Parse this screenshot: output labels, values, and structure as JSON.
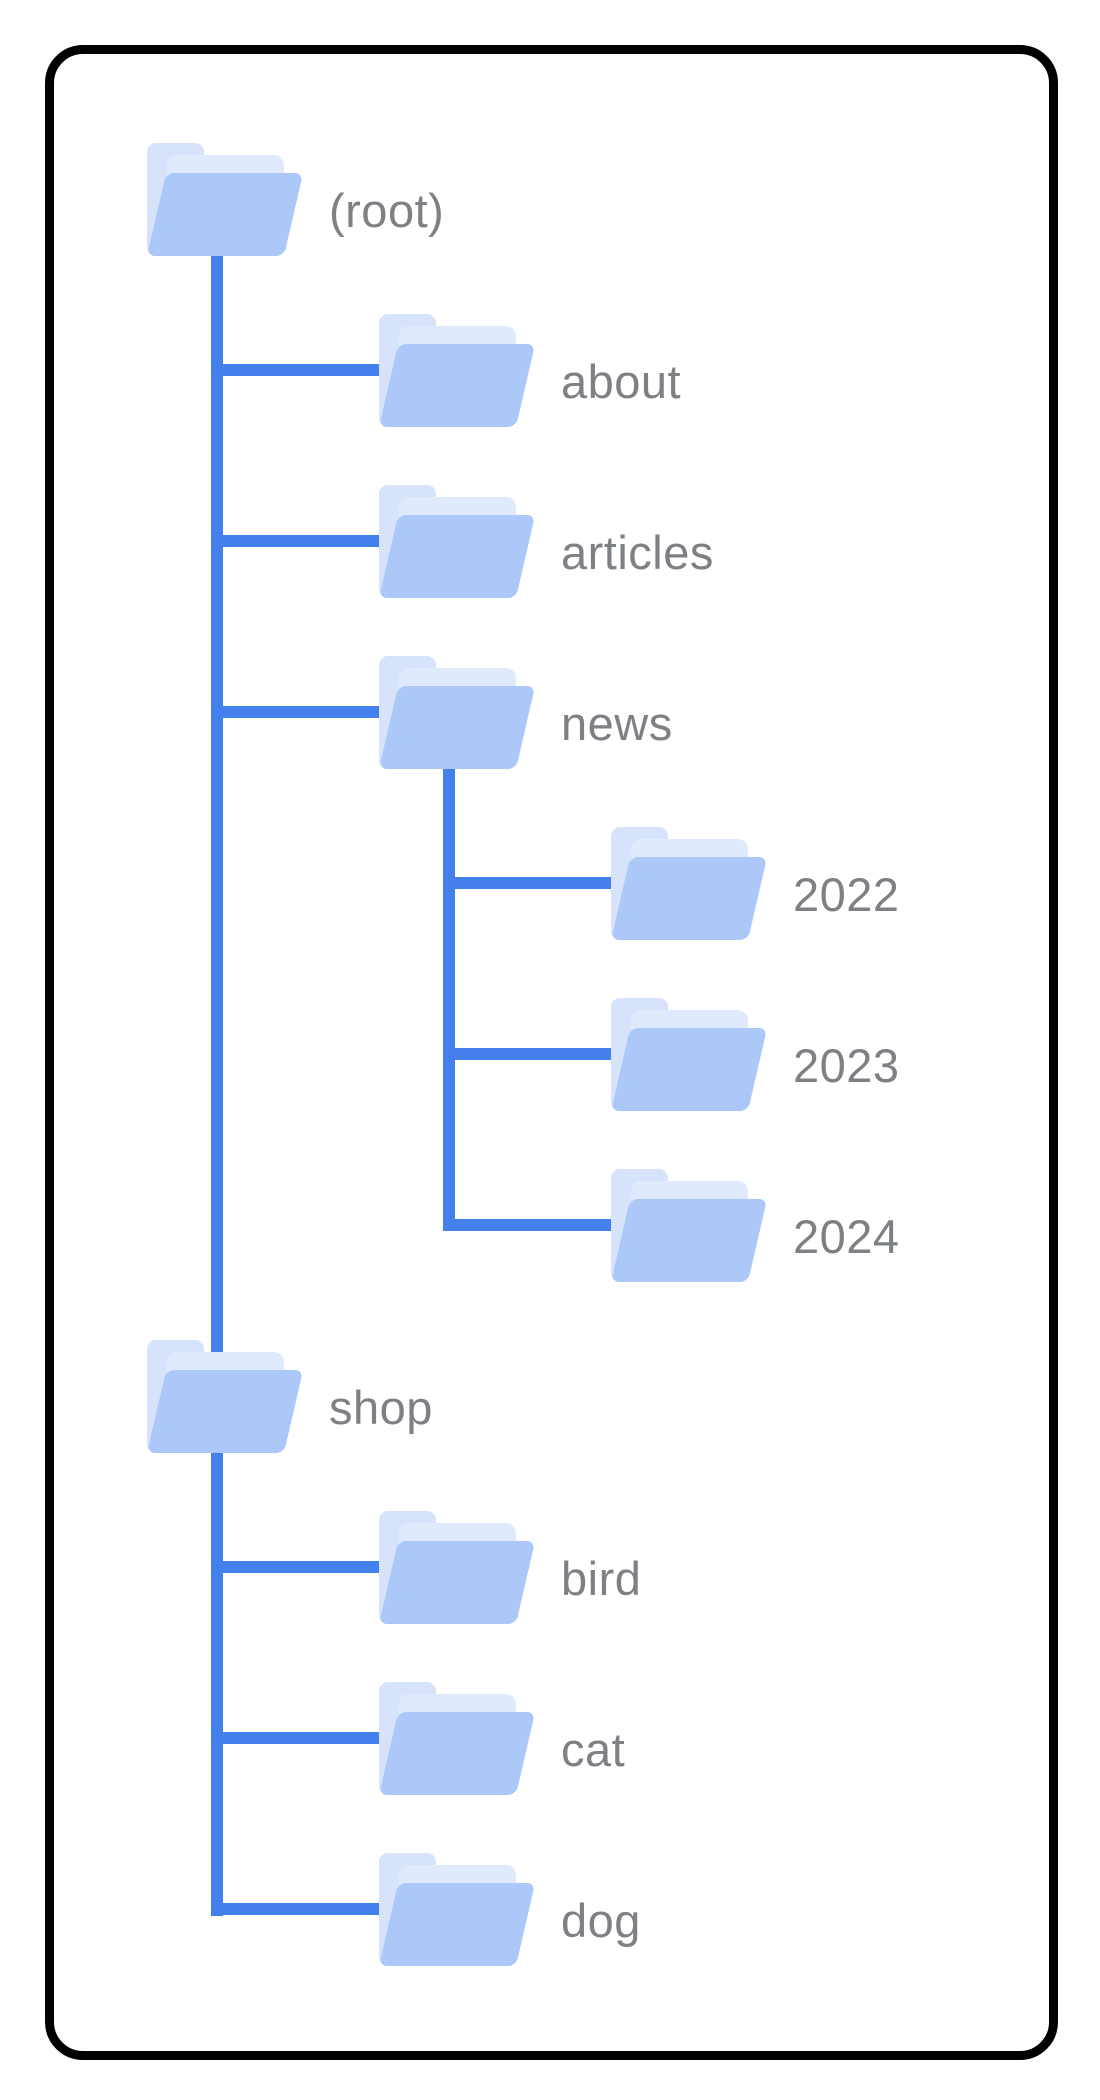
{
  "diagram": {
    "title_none": "",
    "type": "site-structure-tree",
    "nodes": [
      {
        "id": "root",
        "label": "(root)",
        "level": 1,
        "parent": null
      },
      {
        "id": "about",
        "label": "about",
        "level": 2,
        "parent": "root"
      },
      {
        "id": "articles",
        "label": "articles",
        "level": 2,
        "parent": "root"
      },
      {
        "id": "news",
        "label": "news",
        "level": 2,
        "parent": "root"
      },
      {
        "id": "y2022",
        "label": "2022",
        "level": 3,
        "parent": "news"
      },
      {
        "id": "y2023",
        "label": "2023",
        "level": 3,
        "parent": "news"
      },
      {
        "id": "y2024",
        "label": "2024",
        "level": 3,
        "parent": "news"
      },
      {
        "id": "shop",
        "label": "shop",
        "level": 1,
        "parent": "root"
      },
      {
        "id": "bird",
        "label": "bird",
        "level": 2,
        "parent": "shop"
      },
      {
        "id": "cat",
        "label": "cat",
        "level": 2,
        "parent": "shop"
      },
      {
        "id": "dog",
        "label": "dog",
        "level": 2,
        "parent": "shop"
      }
    ],
    "colors": {
      "connector_blue": "#4480EC",
      "folder_front": "#ABC8F8",
      "folder_back": "#D6E3FB",
      "folder_sheet": "#DFEAFD",
      "label_gray": "#7D8185",
      "card_border": "#000000",
      "background": "#FFFFFF"
    }
  }
}
